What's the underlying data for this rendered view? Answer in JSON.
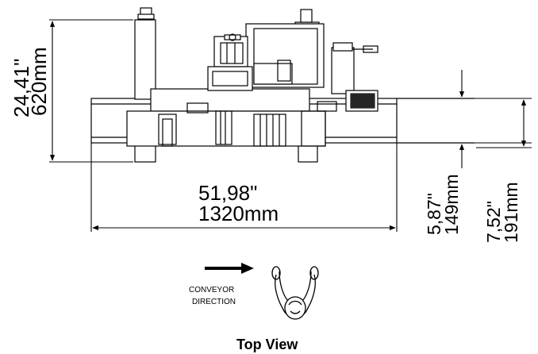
{
  "dimensions": {
    "height_in": "24,41\"",
    "height_mm": "620mm",
    "width_in": "51,98\"",
    "width_mm": "1320mm",
    "conveyor_in": "5,87\"",
    "conveyor_mm": "149mm",
    "overall_in": "7,52\"",
    "overall_mm": "191mm"
  },
  "conveyor_label": {
    "line1": "CONVEYOR",
    "line2": "DIRECTION"
  },
  "caption": "Top View"
}
